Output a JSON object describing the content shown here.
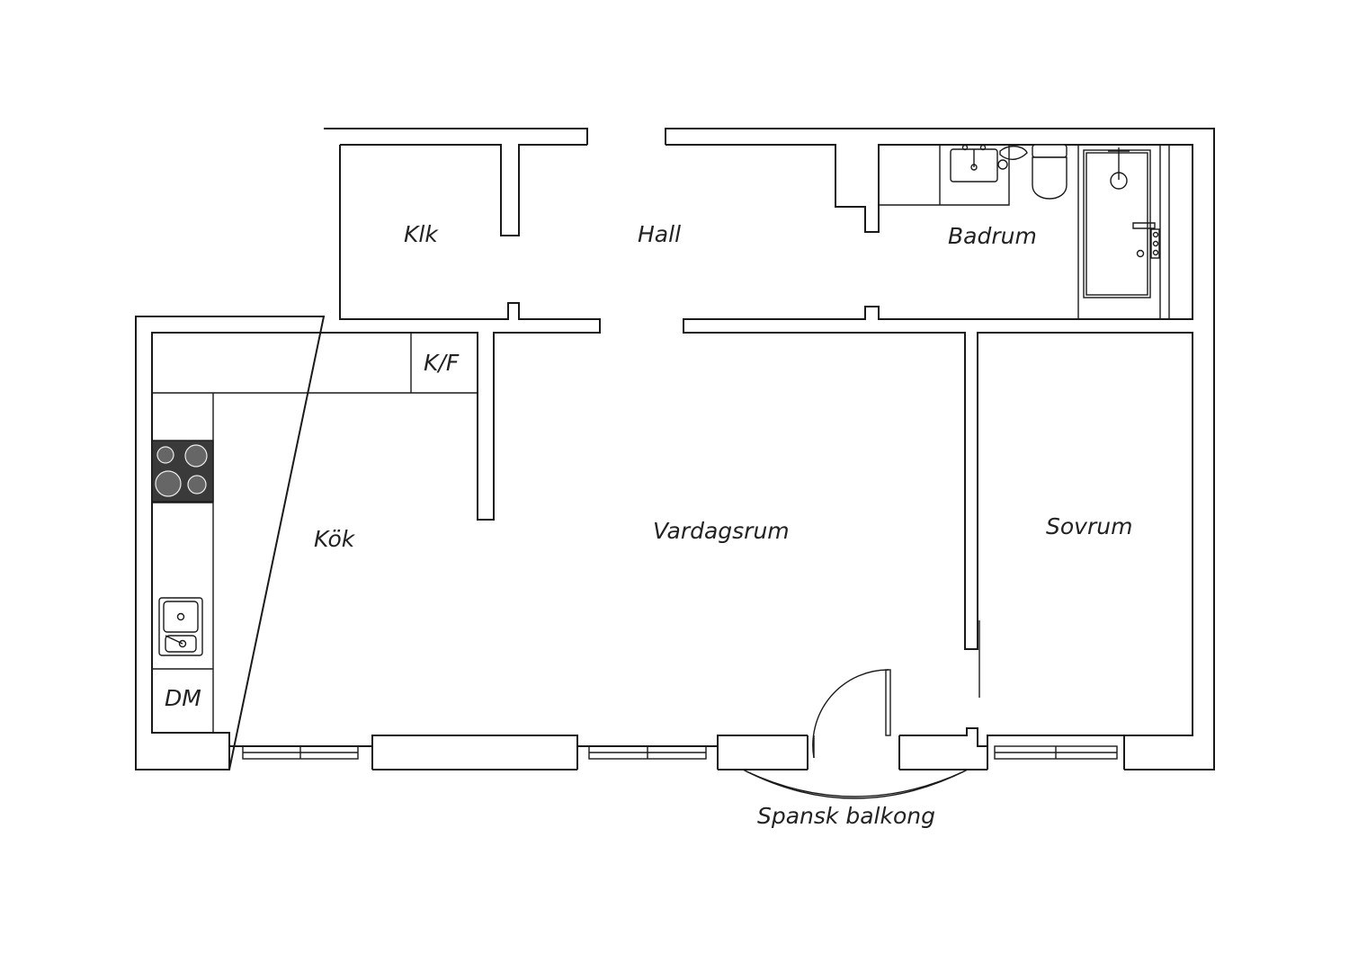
{
  "rooms": {
    "klk": "Klk",
    "hall": "Hall",
    "badrum": "Badrum",
    "kf": "K/F",
    "kok": "Kök",
    "vardagsrum": "Vardagsrum",
    "sovrum": "Sovrum",
    "dm": "DM",
    "balkong": "Spansk balkong"
  },
  "icons": {
    "stove": "stove-icon",
    "sink": "kitchen-sink-icon",
    "wash_basin": "wash-basin-icon",
    "toilet": "toilet-icon",
    "shower": "shower-icon",
    "door": "door-swing-icon",
    "window": "window-icon"
  },
  "colors": {
    "wall": "#1a1a1a",
    "stove": "#3a3a3a",
    "background": "#ffffff"
  }
}
